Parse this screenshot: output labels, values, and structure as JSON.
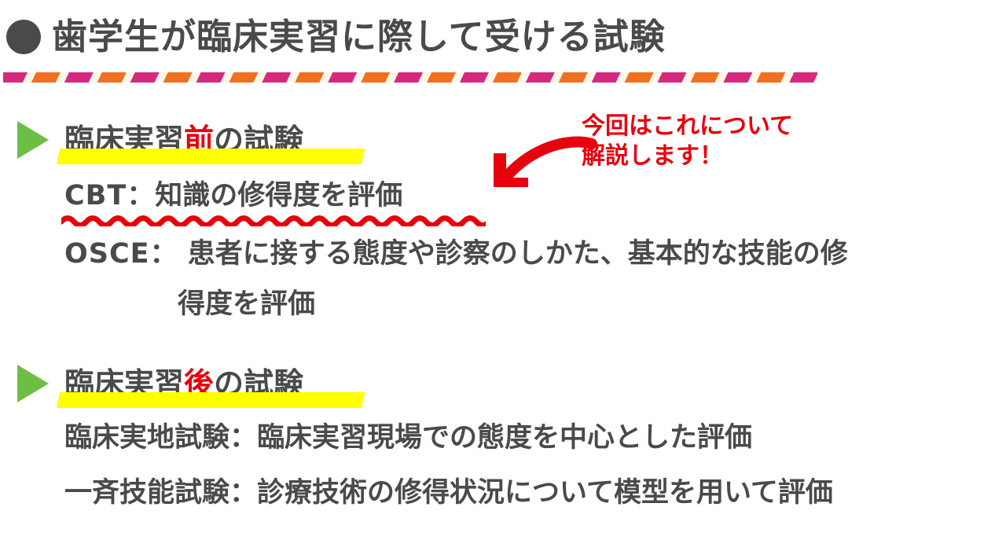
{
  "slide": {
    "title": "歯学生が臨床実習に際して受ける試験",
    "title_bullet_icon": "filled-circle-bullet",
    "divider_colors": [
      "#d6297e",
      "#f07020",
      "#fdf6e8"
    ],
    "text_color": "#4a4a4a",
    "accent_color": "#e8000d",
    "highlight_color": "#ffff00",
    "bullet_color": "#6cbe45"
  },
  "sections": [
    {
      "bullet_icon": "green-triangle-bullet",
      "heading_prefix": "臨床実習",
      "heading_accent": "前",
      "heading_suffix": "の試験",
      "heading_full": "臨床実習前の試験",
      "items": [
        {
          "label": "CBT：",
          "text": "知識の修得度を評価",
          "full": "CBT：知識の修得度を評価",
          "underline": "red-wavy"
        },
        {
          "label": "OSCE：",
          "text": " 患者に接する態度や診察のしかた、基本的な技能の修",
          "full": "OSCE： 患者に接する態度や診察のしかた、基本的な技能の修",
          "continuation": "得度を評価"
        }
      ]
    },
    {
      "bullet_icon": "green-triangle-bullet",
      "heading_prefix": "臨床実習",
      "heading_accent": "後",
      "heading_suffix": "の試験",
      "heading_full": "臨床実習後の試験",
      "items": [
        {
          "full": "臨床実地試験：臨床実習現場での態度を中心とした評価"
        },
        {
          "full": "一斉技能試験：診療技術の修得状況について模型を用いて評価"
        }
      ]
    }
  ],
  "annotation": {
    "line1": "今回はこれについて",
    "line2": "解説します！",
    "arrow_icon": "curved-arrow-down-left-icon",
    "color": "#e8000d"
  }
}
